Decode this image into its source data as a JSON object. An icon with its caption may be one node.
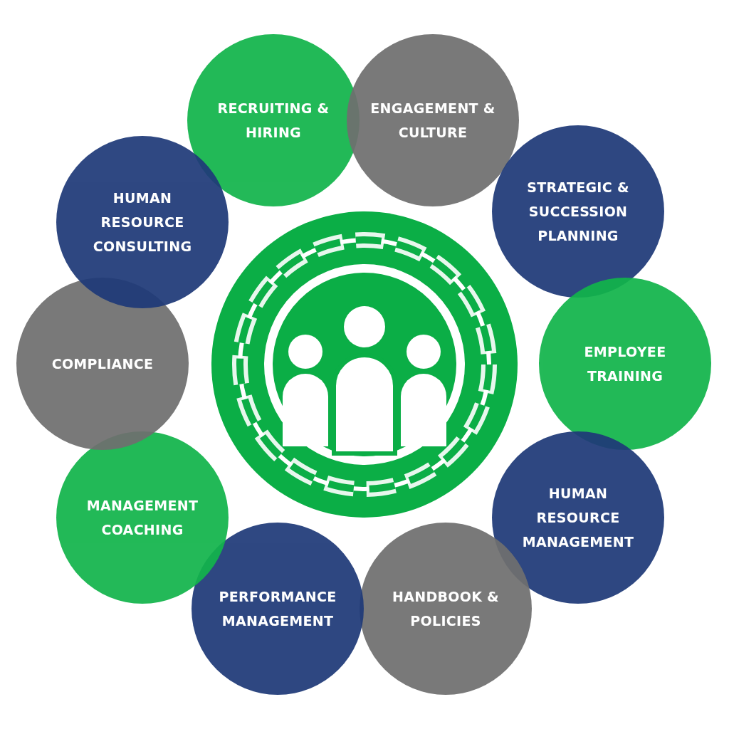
{
  "diagram": {
    "nodes": [
      {
        "text": [
          "RECRUITING & HIRING"
        ]
      },
      {
        "text": [
          "ENGAGEMENT & CULTURE"
        ]
      },
      {
        "text": [
          "STRATEGIC & SUCCESSION PLANNING"
        ]
      },
      {
        "text": [
          "EMPLOYEE TRAINING"
        ]
      },
      {
        "text": [
          "HUMAN RESOURCE MANAGEMENT"
        ]
      },
      {
        "text": [
          "HANDBOOK & POLICIES"
        ]
      },
      {
        "text": [
          "PERFORMANCE MANAGEMENT"
        ]
      },
      {
        "text": [
          "MANAGEMENT COACHING"
        ]
      },
      {
        "text": [
          "COMPLIANCE"
        ]
      },
      {
        "text": [
          "HUMAN RESOURCE CONSULTING"
        ]
      }
    ]
  }
}
